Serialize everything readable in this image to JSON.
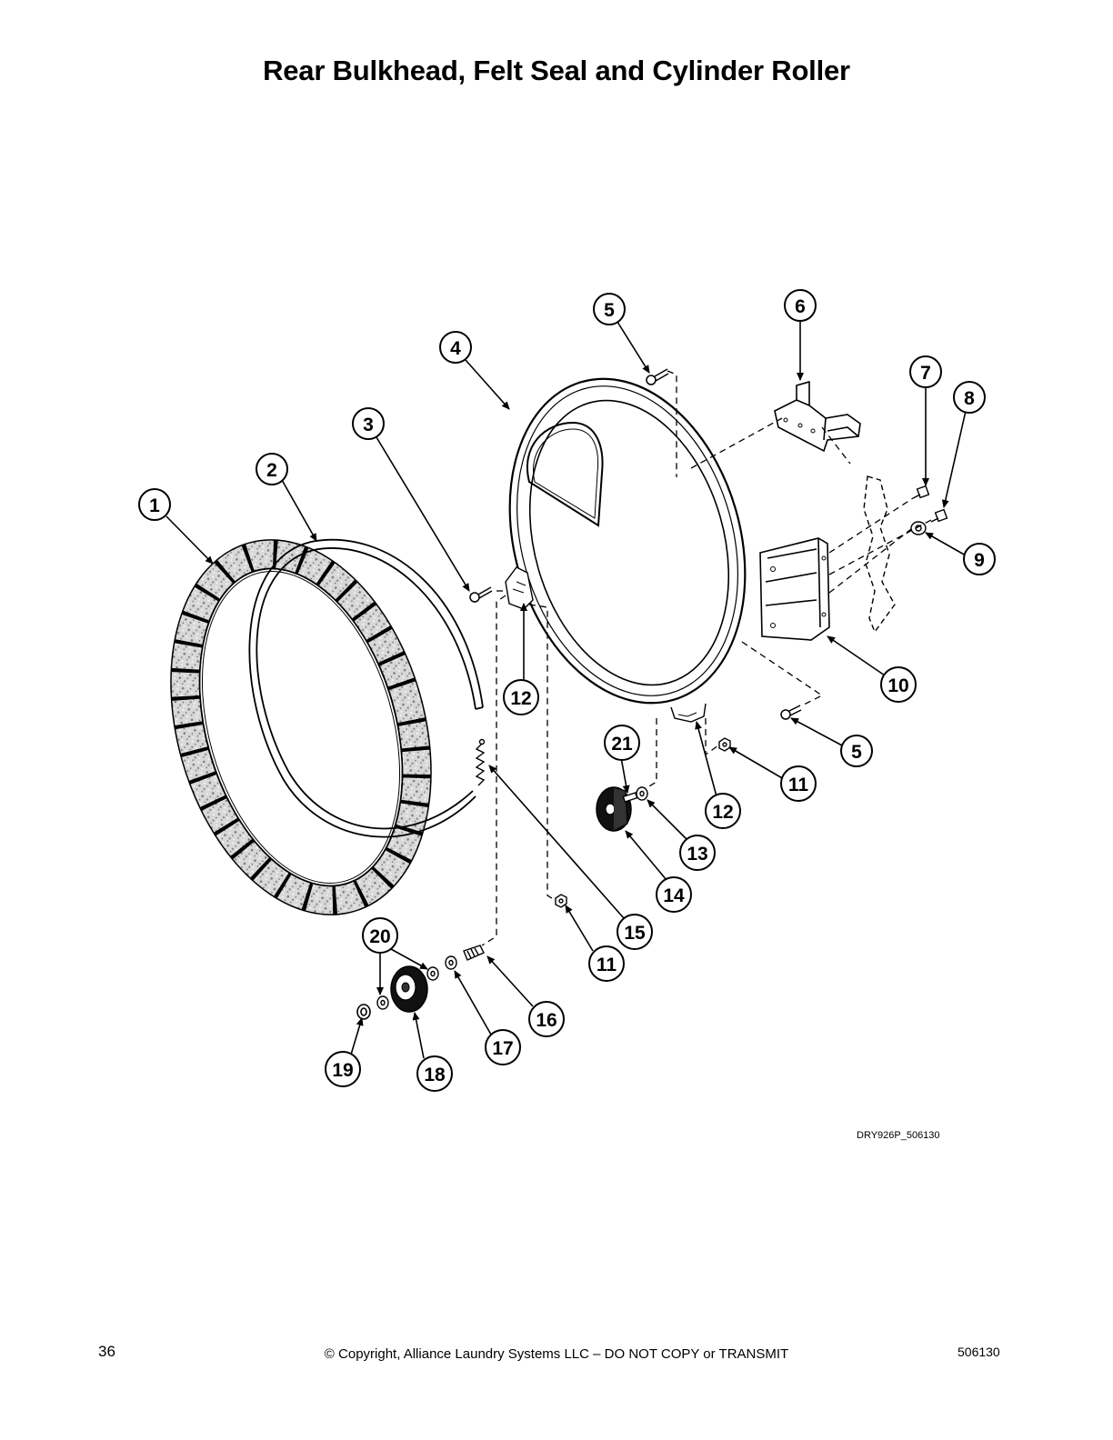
{
  "page": {
    "title": "Rear Bulkhead, Felt Seal and Cylinder Roller",
    "drawing_code": "DRY926P_506130",
    "footer": {
      "page_number": "36",
      "copyright": "© Copyright, Alliance Laundry Systems LLC – DO NOT COPY or TRANSMIT",
      "document_number": "506130"
    }
  },
  "callouts": [
    {
      "id": "c1",
      "label": "1"
    },
    {
      "id": "c2",
      "label": "2"
    },
    {
      "id": "c3",
      "label": "3"
    },
    {
      "id": "c4",
      "label": "4"
    },
    {
      "id": "c5a",
      "label": "5"
    },
    {
      "id": "c5b",
      "label": "5"
    },
    {
      "id": "c6",
      "label": "6"
    },
    {
      "id": "c7",
      "label": "7"
    },
    {
      "id": "c8",
      "label": "8"
    },
    {
      "id": "c9",
      "label": "9"
    },
    {
      "id": "c10",
      "label": "10"
    },
    {
      "id": "c11a",
      "label": "11"
    },
    {
      "id": "c11b",
      "label": "11"
    },
    {
      "id": "c12a",
      "label": "12"
    },
    {
      "id": "c12b",
      "label": "12"
    },
    {
      "id": "c13",
      "label": "13"
    },
    {
      "id": "c14",
      "label": "14"
    },
    {
      "id": "c15",
      "label": "15"
    },
    {
      "id": "c16",
      "label": "16"
    },
    {
      "id": "c17",
      "label": "17"
    },
    {
      "id": "c18",
      "label": "18"
    },
    {
      "id": "c19",
      "label": "19"
    },
    {
      "id": "c20",
      "label": "20"
    },
    {
      "id": "c21",
      "label": "21"
    }
  ]
}
